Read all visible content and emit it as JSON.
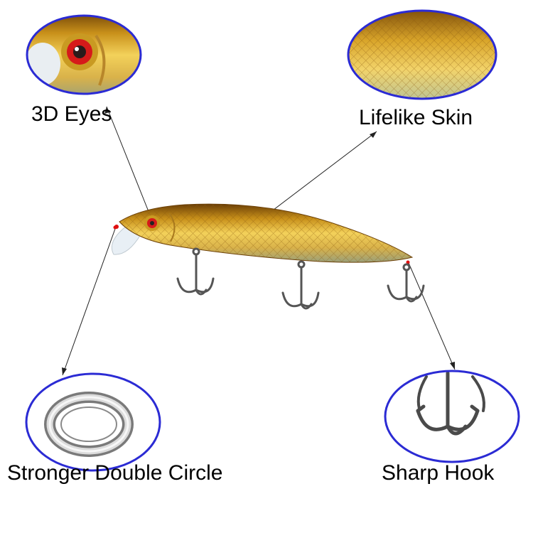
{
  "features": {
    "eyes": {
      "label": "3D Eyes",
      "icon": "eye-closeup-icon"
    },
    "skin": {
      "label": "Lifelike Skin",
      "icon": "scale-texture-icon"
    },
    "ring": {
      "label": "Stronger Double Circle",
      "icon": "split-ring-icon"
    },
    "hook": {
      "label": "Sharp Hook",
      "icon": "treble-hook-icon"
    }
  },
  "colors": {
    "circle_border": "#2b2bd4",
    "lure_gold": "#d4a017",
    "lure_dark": "#7a4a08",
    "eye_red": "#d61a1a",
    "hook_metal": "#555555",
    "text": "#000000"
  }
}
